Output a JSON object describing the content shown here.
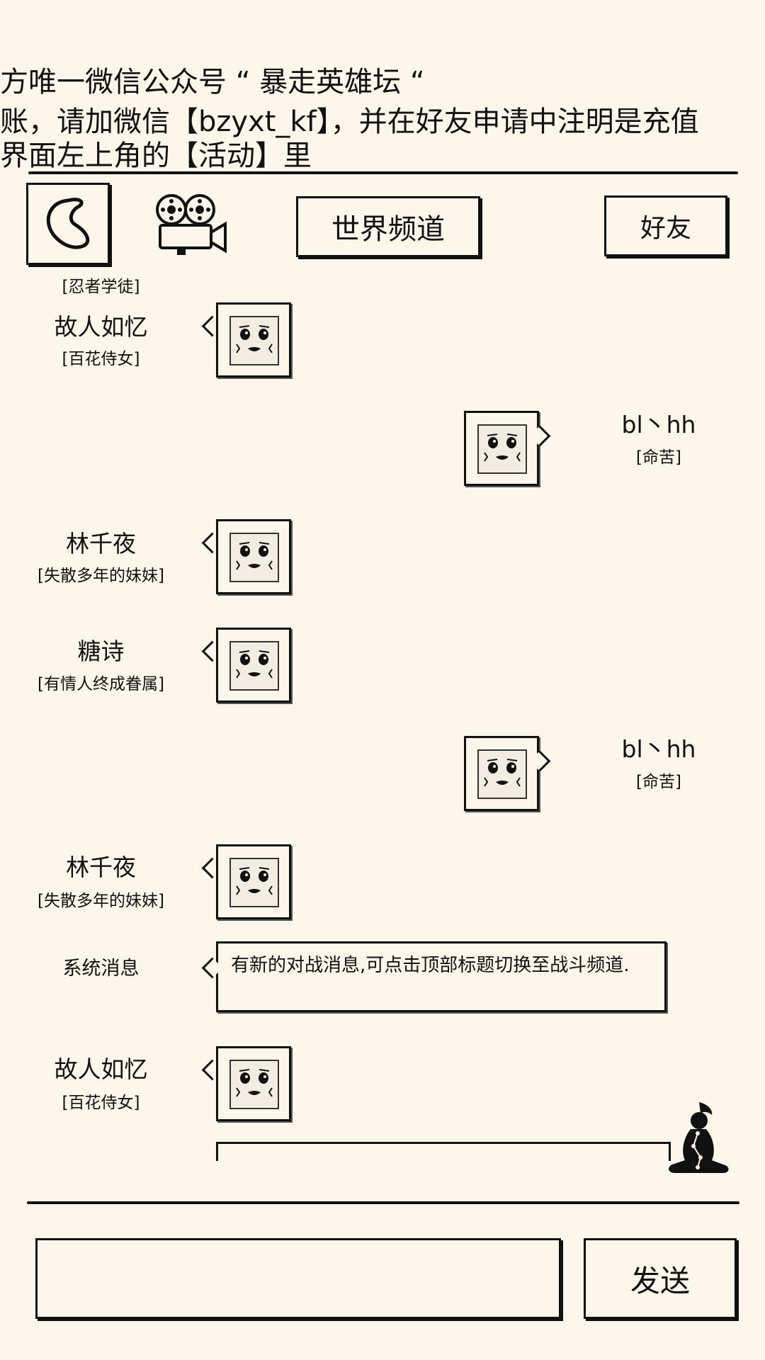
{
  "banner": {
    "line1": "方唯一微信公众号 “ 暴走英雄坛 “",
    "line2": "账，请加微信【bzyxt_kf】，并在好友申请中注明是充值",
    "line3": "界面左上角的【活动】里"
  },
  "header": {
    "channel_title": "世界频道",
    "friends_label": "好友"
  },
  "messages": [
    {
      "title": "[忍者学徒]"
    },
    {
      "name": "故人如忆",
      "title": "[百花侍女]"
    },
    {
      "name": "bl丶hh",
      "title": "[命苦]"
    },
    {
      "name": "林千夜",
      "title": "[失散多年的妹妹]"
    },
    {
      "name": "糖诗",
      "title": "[有情人终成眷属]"
    },
    {
      "name": "bl丶hh",
      "title": "[命苦]"
    },
    {
      "name": "林千夜",
      "title": "[失散多年的妹妹]"
    },
    {
      "name": "系统消息",
      "text": "有新的对战消息,可点击顶部标题切换至战斗频道."
    },
    {
      "name": "故人如忆",
      "title": "[百花侍女]"
    }
  ],
  "composer": {
    "input_value": "",
    "send_label": "发送"
  },
  "icons": {
    "back": "back-arrow-icon",
    "camera": "video-camera-icon",
    "meditation": "meditation-figure-icon"
  }
}
